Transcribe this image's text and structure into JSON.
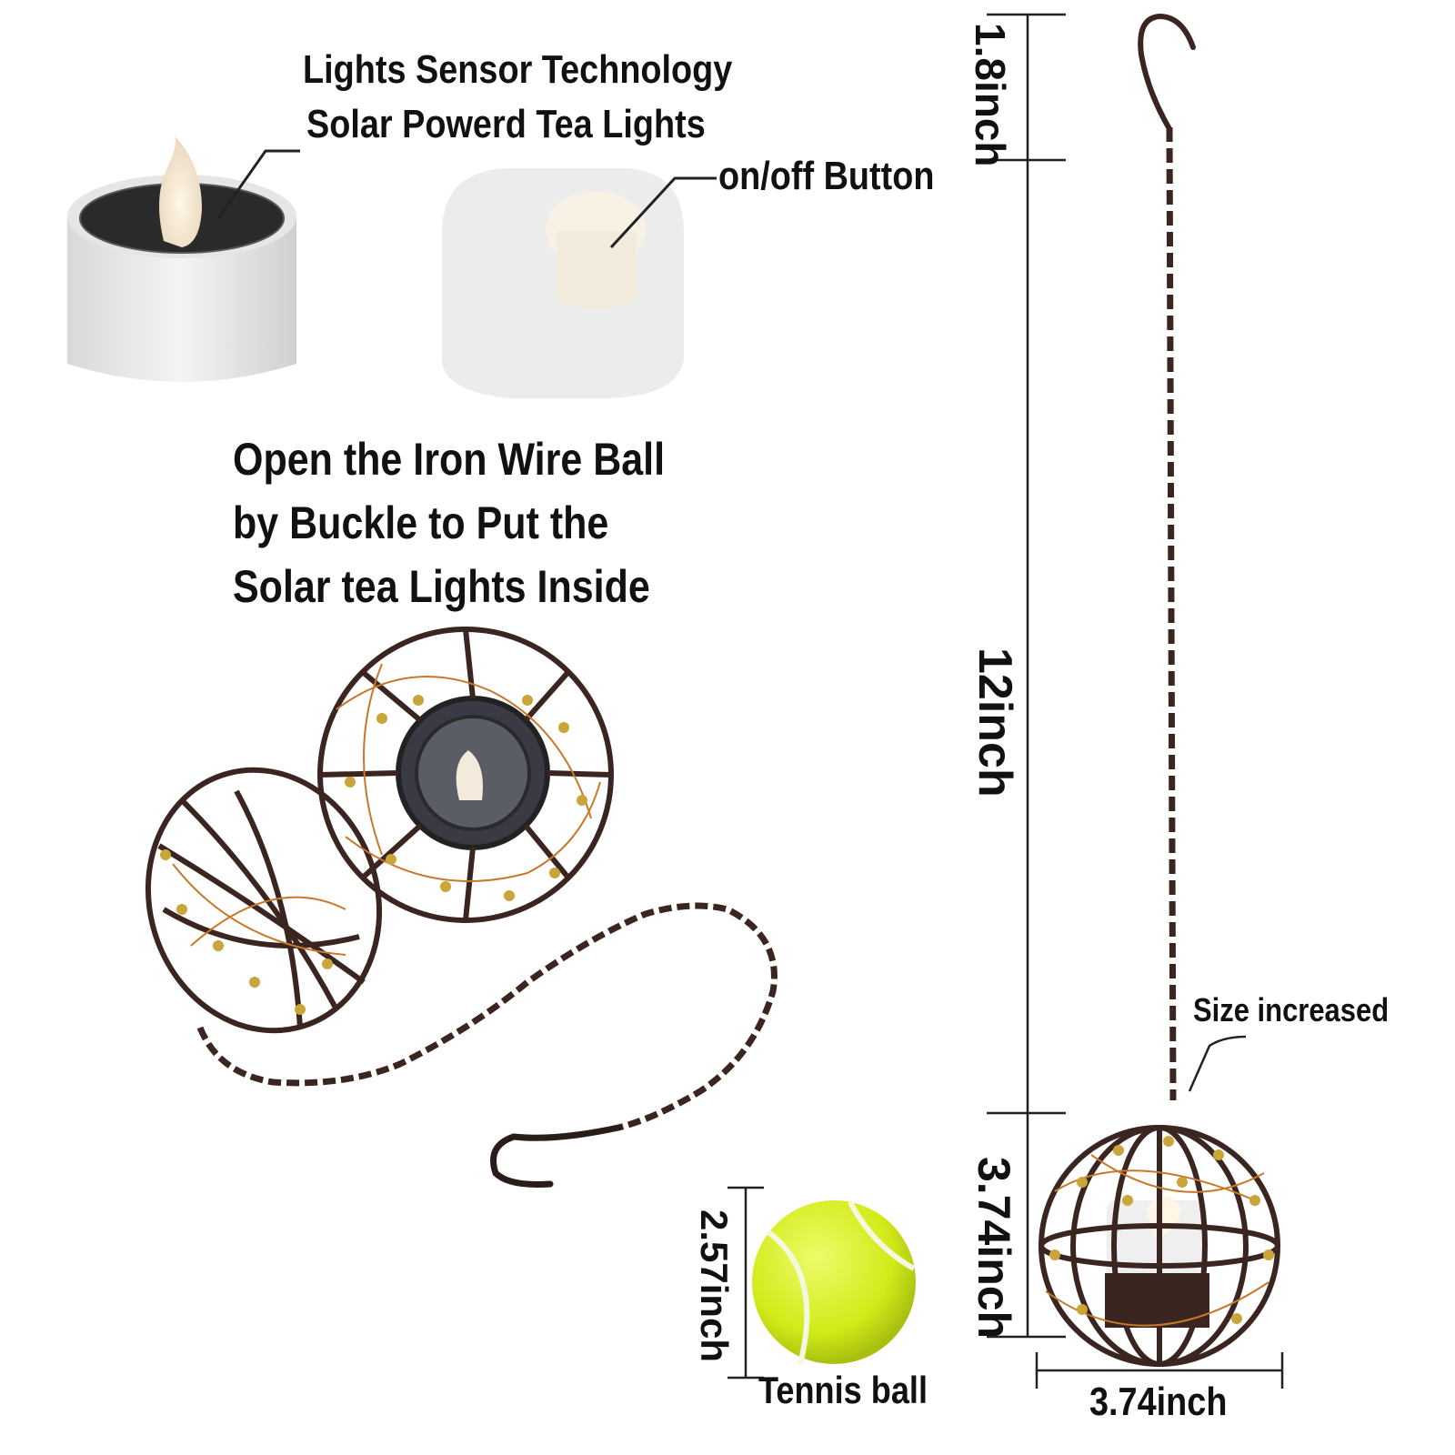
{
  "headline": {
    "line1": "Lights Sensor Technology",
    "line2": "Solar Powerd Tea Lights"
  },
  "button_callout": "on/off Button",
  "instructions": {
    "line1": "Open the Iron Wire Ball",
    "line2": "by Buckle to Put the",
    "line3": "Solar tea Lights Inside"
  },
  "dimensions": {
    "hook_length": "1.8inch",
    "chain_length": "12inch",
    "ball_height": "3.74inch",
    "ball_width": "3.74inch",
    "tennis_ball_diameter": "2.57inch"
  },
  "size_callout": "Size increased",
  "tennis_label": "Tennis ball",
  "colors": {
    "wire": "#3a2520",
    "copper": "#c8782a",
    "bead": "#c9a53a",
    "tennis": "#d6ee1f",
    "candle": "#e9e9e9",
    "solar_panel": "#2a2a2a"
  }
}
